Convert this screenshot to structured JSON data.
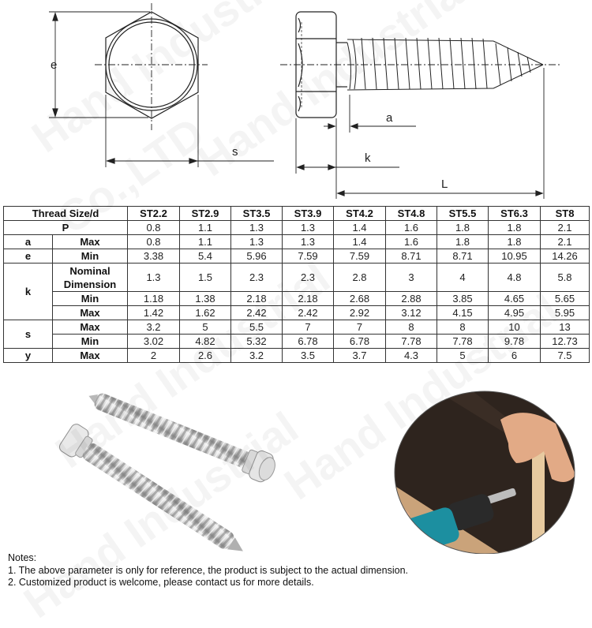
{
  "drawing": {
    "front_view_labels": {
      "e": "e",
      "s": "s"
    },
    "side_view_labels": {
      "a": "a",
      "k": "k",
      "L": "L"
    }
  },
  "watermark": {
    "text_1": "Hand Industrial",
    "text_2": "Co.,LTD"
  },
  "table": {
    "header_label": "Thread Size/d",
    "sizes": [
      "ST2.2",
      "ST2.9",
      "ST3.5",
      "ST3.9",
      "ST4.2",
      "ST4.8",
      "ST5.5",
      "ST6.3",
      "ST8"
    ],
    "rows": [
      {
        "param": "P",
        "sub": "",
        "values": [
          "0.8",
          "1.1",
          "1.3",
          "1.3",
          "1.4",
          "1.6",
          "1.8",
          "1.8",
          "2.1"
        ]
      },
      {
        "param": "a",
        "sub": "Max",
        "values": [
          "0.8",
          "1.1",
          "1.3",
          "1.3",
          "1.4",
          "1.6",
          "1.8",
          "1.8",
          "2.1"
        ]
      },
      {
        "param": "e",
        "sub": "Min",
        "values": [
          "3.38",
          "5.4",
          "5.96",
          "7.59",
          "7.59",
          "8.71",
          "8.71",
          "10.95",
          "14.26"
        ]
      },
      {
        "param": "k",
        "sub": "Nominal Dimension",
        "sub_line1": "Nominal",
        "sub_line2": "Dimension",
        "values": [
          "1.3",
          "1.5",
          "2.3",
          "2.3",
          "2.8",
          "3",
          "4",
          "4.8",
          "5.8"
        ]
      },
      {
        "param": "k",
        "sub": "Min",
        "values": [
          "1.18",
          "1.38",
          "2.18",
          "2.18",
          "2.68",
          "2.88",
          "3.85",
          "4.65",
          "5.65"
        ]
      },
      {
        "param": "k",
        "sub": "Max",
        "values": [
          "1.42",
          "1.62",
          "2.42",
          "2.42",
          "2.92",
          "3.12",
          "4.15",
          "4.95",
          "5.95"
        ]
      },
      {
        "param": "s",
        "sub": "Max",
        "values": [
          "3.2",
          "5",
          "5.5",
          "7",
          "7",
          "8",
          "8",
          "10",
          "13"
        ]
      },
      {
        "param": "s",
        "sub": "Min",
        "values": [
          "3.02",
          "4.82",
          "5.32",
          "6.78",
          "6.78",
          "7.78",
          "7.78",
          "9.78",
          "12.73"
        ]
      },
      {
        "param": "y",
        "sub": "Max",
        "values": [
          "2",
          "2.6",
          "3.2",
          "3.5",
          "3.7",
          "4.3",
          "5",
          "6",
          "7.5"
        ]
      }
    ]
  },
  "images": {
    "screws_photo": "two stainless hex head tapping screws",
    "usage_photo": "hand driving screw into board with cordless drill"
  },
  "notes": {
    "title": "Notes:",
    "items": [
      "1. The above parameter is only for reference, the product is subject to the actual dimension.",
      "2. Customized product is welcome, please contact us for more details."
    ]
  }
}
